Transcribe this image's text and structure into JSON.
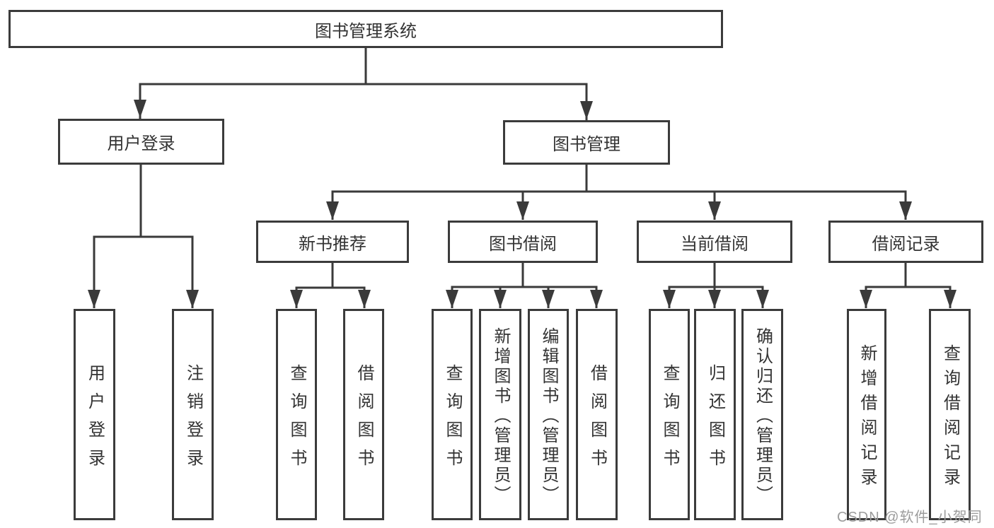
{
  "diagram_title": "图书管理系统",
  "nodes": {
    "root": "图书管理系统",
    "user_login": "用户登录",
    "book_mgmt": "图书管理",
    "new_book_rec": "新书推荐",
    "book_borrow": "图书借阅",
    "current_borrow": "当前借阅",
    "borrow_records": "借阅记录",
    "leaf_user_login": "用户登录",
    "leaf_logout": "注销登录",
    "leaf_nb_query": "查询图书",
    "leaf_nb_borrow": "借阅图书",
    "leaf_bb_query": "查询图书",
    "leaf_bb_add": "新增图书（管理员）",
    "leaf_bb_edit": "编辑图书（管理员）",
    "leaf_bb_borrow": "借阅图书",
    "leaf_cb_query": "查询图书",
    "leaf_cb_return": "归还图书",
    "leaf_cb_confirm": "确认归还（管理员）",
    "leaf_br_add": "新增借阅记录",
    "leaf_br_query": "查询借阅记录"
  },
  "watermark": "CSDN @软件_小贺同学",
  "colors": {
    "line": "#3a3a3a",
    "text": "#333333",
    "box_background": "#ffffff",
    "watermark": "#9c9c9c"
  }
}
